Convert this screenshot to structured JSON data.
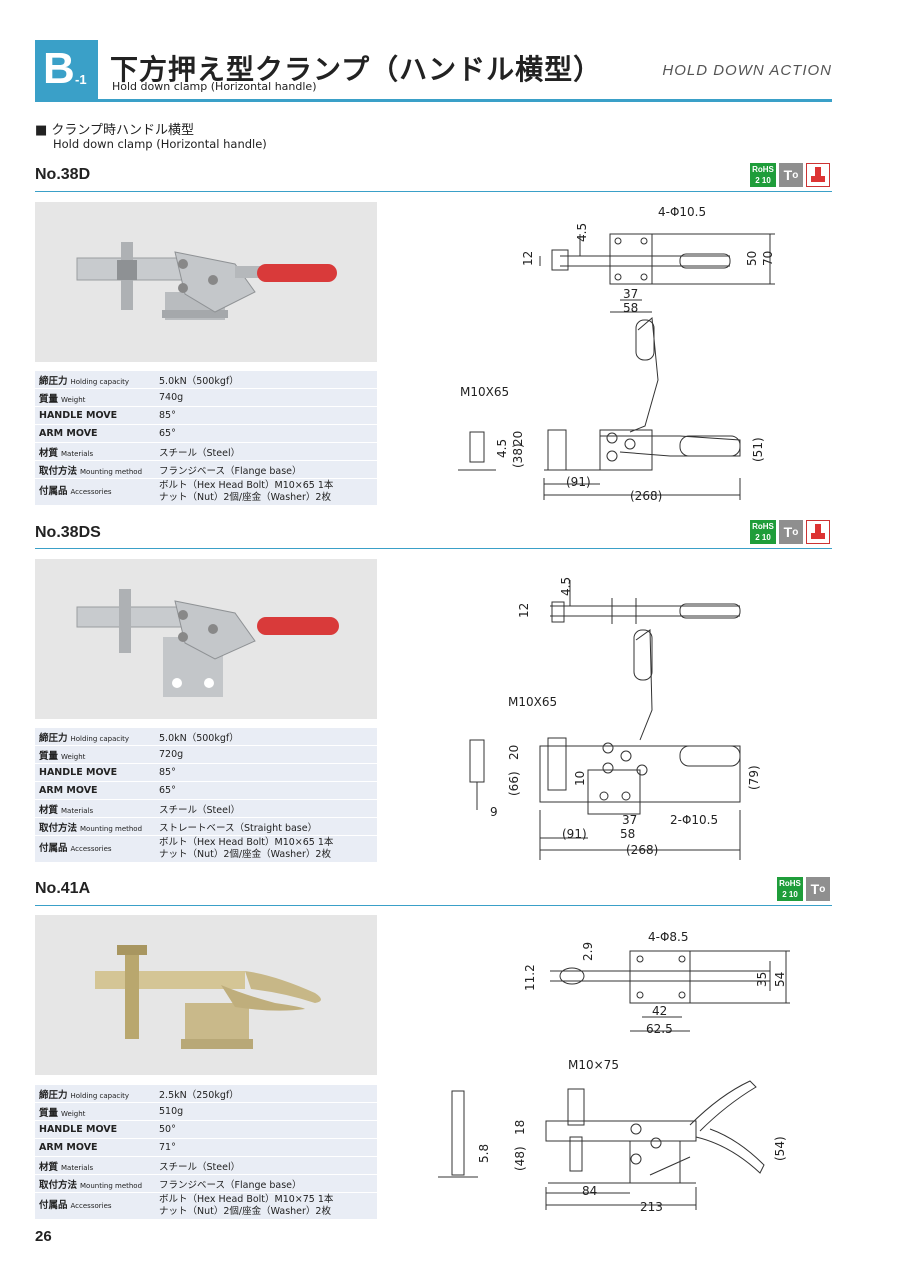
{
  "header": {
    "badge_letter": "B",
    "badge_sub": "-1",
    "title": "下方押え型クランプ（ハンドル横型）",
    "subtitle": "Hold down clamp (Horizontal handle)",
    "action": "HOLD DOWN ACTION"
  },
  "section": {
    "title_ja": "■ クランプ時ハンドル横型",
    "title_en": "Hold down clamp (Horizontal handle)"
  },
  "icons": {
    "rohs": "RoHS 2 10",
    "t": "T",
    "o": "o",
    "colors": {
      "rohs": "#1f9d3a",
      "t": "#8f8f8f",
      "accent": "#3aa0c8"
    }
  },
  "spec_labels": {
    "capacity": "締圧力",
    "capacity_en": "Holding capacity",
    "weight": "質量",
    "weight_en": "Weight",
    "handle": "HANDLE MOVE",
    "arm": "ARM MOVE",
    "material": "材質",
    "material_en": "Materials",
    "mount": "取付方法",
    "mount_en": "Mounting method",
    "acc": "付属品",
    "acc_en": "Accessories"
  },
  "products": [
    {
      "model": "No.38D",
      "specs": {
        "capacity": "5.0kN（500kgf）",
        "weight": "740g",
        "handle": "85°",
        "arm": "65°",
        "material": "スチール（Steel）",
        "mount": "フランジベース（Flange base）",
        "acc1": "ボルト（Hex Head Bolt）M10×65 1本",
        "acc2": "ナット（Nut）2個/座金（Washer）2枚"
      },
      "dims": {
        "holes": "4-Φ10.5",
        "d45": "4.5",
        "d12": "12",
        "d50": "50",
        "d70": "70",
        "d37": "37",
        "d58": "58",
        "bolt": "M10X65",
        "d20": "20",
        "d45b": "4.5",
        "d38": "(38)",
        "d51": "(51)",
        "d91": "(91)",
        "d268": "(268)"
      }
    },
    {
      "model": "No.38DS",
      "specs": {
        "capacity": "5.0kN（500kgf）",
        "weight": "720g",
        "handle": "85°",
        "arm": "65°",
        "material": "スチール（Steel）",
        "mount": "ストレートベース（Straight base）",
        "acc1": "ボルト（Hex Head Bolt）M10×65 1本",
        "acc2": "ナット（Nut）2個/座金（Washer）2枚"
      },
      "dims": {
        "d45": "4.5",
        "d12": "12",
        "bolt": "M10X65",
        "d20": "20",
        "d66": "(66)",
        "d10": "10",
        "d79": "(79)",
        "d9": "9",
        "d37": "37",
        "d58": "58",
        "holes": "2-Φ10.5",
        "d91": "(91)",
        "d268": "(268)"
      }
    },
    {
      "model": "No.41A",
      "specs": {
        "capacity": "2.5kN（250kgf）",
        "weight": "510g",
        "handle": "50°",
        "arm": "71°",
        "material": "スチール（Steel）",
        "mount": "フランジベース（Flange base）",
        "acc1": "ボルト（Hex Head Bolt）M10×75 1本",
        "acc2": "ナット（Nut）2個/座金（Washer）2枚"
      },
      "dims": {
        "holes": "4-Φ8.5",
        "d29": "2.9",
        "d112": "11.2",
        "d35": "35",
        "d54": "54",
        "d42": "42",
        "d625": "62.5",
        "bolt": "M10×75",
        "d18": "18",
        "d58": "5.8",
        "d48": "(48)",
        "d54b": "(54)",
        "d84": "84",
        "d213": "213"
      }
    }
  ],
  "page_number": "26"
}
